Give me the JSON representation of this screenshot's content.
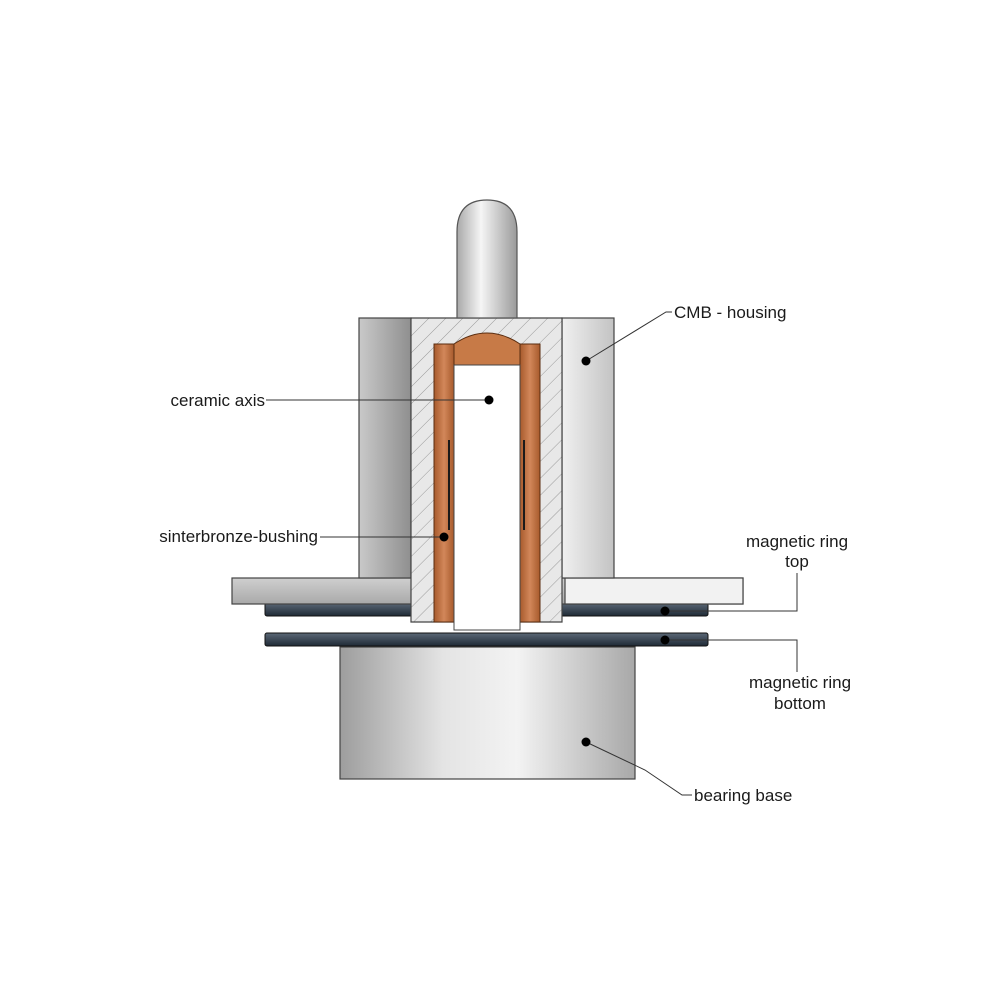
{
  "labels": {
    "cmb_housing": "CMB - housing",
    "ceramic_axis": "ceramic axis",
    "sinterbronze_bushing": "sinterbronze-bushing",
    "magnetic_ring_top_line1": "magnetic ring",
    "magnetic_ring_top_line2": "top",
    "magnetic_ring_bottom_line1": "magnetic ring",
    "magnetic_ring_bottom_line2": "bottom",
    "bearing_base": "bearing base"
  },
  "colors": {
    "housing_gray": "#b9b9b9",
    "section_hatch": "#e6e6e6",
    "bronze": "#c0723f",
    "magnet_ring": "#2c3a4a",
    "background": "#ffffff"
  }
}
